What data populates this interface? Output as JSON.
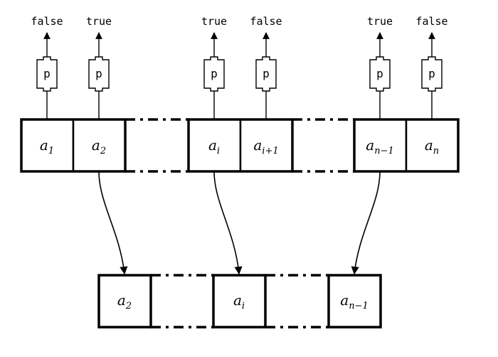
{
  "predicate_label": "p",
  "top_array": {
    "cells": [
      {
        "base": "a",
        "sub": "1",
        "result": "false"
      },
      {
        "base": "a",
        "sub": "2",
        "result": "true"
      },
      {
        "base": "a",
        "sub": "i",
        "result": "true"
      },
      {
        "base": "a",
        "sub": "i+1",
        "result": "false"
      },
      {
        "base": "a",
        "sub": "n−1",
        "result": "true"
      },
      {
        "base": "a",
        "sub": "n",
        "result": "false"
      }
    ]
  },
  "bottom_array": {
    "cells": [
      {
        "base": "a",
        "sub": "2"
      },
      {
        "base": "a",
        "sub": "i"
      },
      {
        "base": "a",
        "sub": "n−1"
      }
    ]
  }
}
